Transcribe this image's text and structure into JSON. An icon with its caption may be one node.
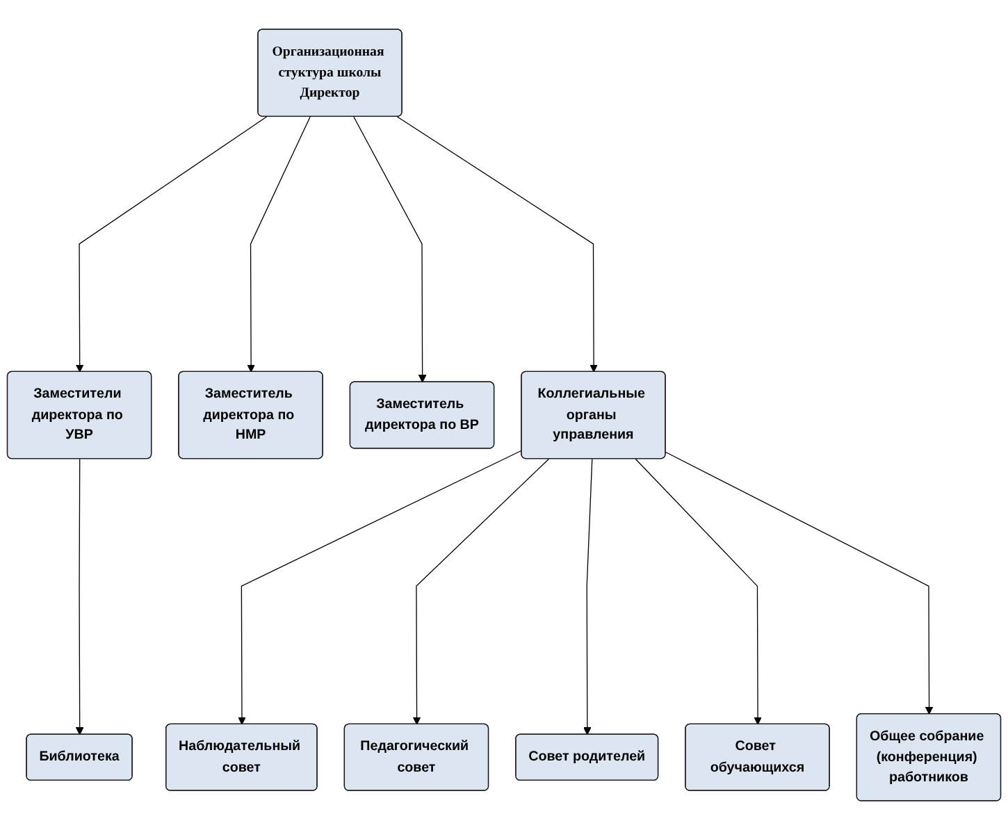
{
  "diagram": {
    "nodes": [
      {
        "text": [
          "Организационная стуктура школы",
          "Директор"
        ]
      },
      {
        "text": [
          "Заместители директора по УВР"
        ]
      },
      {
        "text": [
          "Библиотека"
        ]
      },
      {
        "text": [
          "Заместитель директора по НМР"
        ]
      },
      {
        "text": [
          "Заместитель директора по ВР"
        ]
      },
      {
        "text": [
          "Коллегиальные органы управления"
        ]
      },
      {
        "text": [
          "Наблюдательный совет"
        ]
      },
      {
        "text": [
          "Педагогический совет"
        ]
      },
      {
        "text": [
          "Общее собрание (конференция) работников"
        ]
      },
      {
        "text": [
          "Совет родителей"
        ]
      },
      {
        "text": [
          "Совет обучающихся"
        ]
      }
    ],
    "edges": [
      {
        "from": 0,
        "to": 1,
        "arrow": "to"
      },
      {
        "from": 0,
        "to": 3,
        "arrow": "to"
      },
      {
        "from": 0,
        "to": 4,
        "arrow": "to"
      },
      {
        "from": 0,
        "to": 5,
        "arrow": "to"
      },
      {
        "from": 1,
        "to": 2,
        "arrow": "to"
      },
      {
        "from": 5,
        "to": 6,
        "arrow": "to"
      },
      {
        "from": 5,
        "to": 7,
        "arrow": "to"
      },
      {
        "from": 5,
        "to": 9,
        "arrow": "to"
      },
      {
        "from": 5,
        "to": 10,
        "arrow": "to"
      },
      {
        "from": 5,
        "to": 8,
        "arrow": "to"
      }
    ]
  }
}
